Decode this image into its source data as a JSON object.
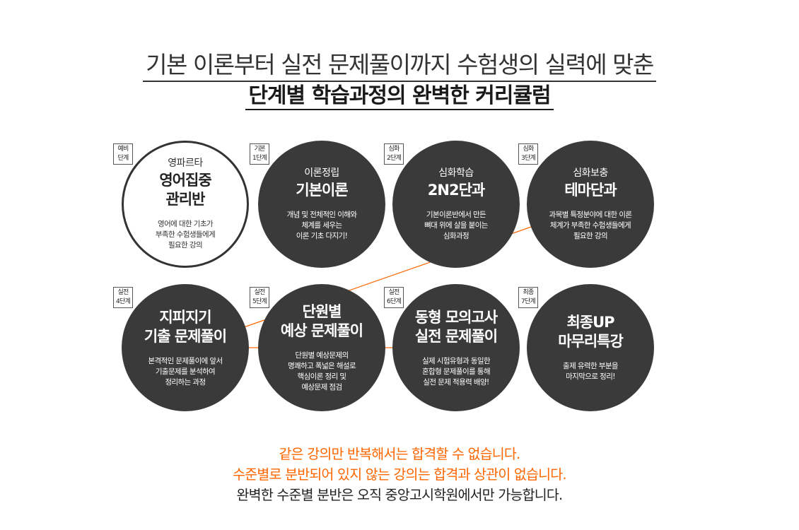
{
  "heading": {
    "line1": "기본 이론부터 실전 문제풀이까지 수험생의 실력에 맞춘",
    "line2": "단계별 학습과정의 완벽한 커리큘럼"
  },
  "colors": {
    "accent": "#ff6600",
    "circle_dark": "#3a3a3a"
  },
  "stages": [
    {
      "badge": [
        "예비",
        "단계"
      ],
      "subtitle": "영파르타",
      "title": [
        "영어집중",
        "관리반"
      ],
      "desc": [
        "영어에 대한 기초가",
        "부족한 수험생들에게",
        "필요한 강의"
      ]
    },
    {
      "badge": [
        "기본",
        "1단계"
      ],
      "subtitle": "이론정립",
      "title": [
        "기본이론"
      ],
      "desc": [
        "개념 및 전체적인 이해와",
        "체계를 세우는",
        "이론 기초 다지기!"
      ]
    },
    {
      "badge": [
        "심화",
        "2단계"
      ],
      "subtitle": "심화학습",
      "title": [
        "2N2단과"
      ],
      "desc": [
        "기본이론반에서 만든",
        "뼈대 위에 살을 붙이는",
        "심화과정"
      ]
    },
    {
      "badge": [
        "심화",
        "3단계"
      ],
      "subtitle": "심화보충",
      "title": [
        "테마단과"
      ],
      "desc": [
        "과목별 특정분야에 대한 이론",
        "체계가 부족한 수험생들에게",
        "필요한 강의"
      ]
    },
    {
      "badge": [
        "실전",
        "4단계"
      ],
      "subtitle": "",
      "title": [
        "지피지기",
        "기출 문제풀이"
      ],
      "desc": [
        "본격적인 문제풀이에 앞서",
        "기출문제를 분석하여",
        "정리하는 과정"
      ]
    },
    {
      "badge": [
        "실전",
        "5단계"
      ],
      "subtitle": "",
      "title": [
        "단원별",
        "예상 문제풀이"
      ],
      "desc": [
        "단원별 예상문제의",
        "명쾌하고 폭넓은 해설로",
        "핵심이론 정리 및",
        "예상문제 점검"
      ]
    },
    {
      "badge": [
        "실전",
        "6단계"
      ],
      "subtitle": "",
      "title": [
        "동형 모의고사",
        "실전 문제풀이"
      ],
      "desc": [
        "실제 시험유형과 동일한",
        "혼합형 문제풀이를 통해",
        "실전 문제 적용력 배양!"
      ]
    },
    {
      "badge": [
        "최종",
        "7단계"
      ],
      "subtitle": "",
      "title": [
        "최종UP",
        "마무리특강"
      ],
      "desc": [
        "출제 유력한 부분을",
        "마지막으로 정리!"
      ]
    }
  ],
  "footer": {
    "line1": "같은 강의만 반복해서는 합격할 수 없습니다.",
    "line2": "수준별로 분반되어 있지 않는 강의는 합격과 상관이 없습니다.",
    "line3": "완벽한 수준별 분반은 오직 중앙고시학원에서만 가능합니다."
  }
}
